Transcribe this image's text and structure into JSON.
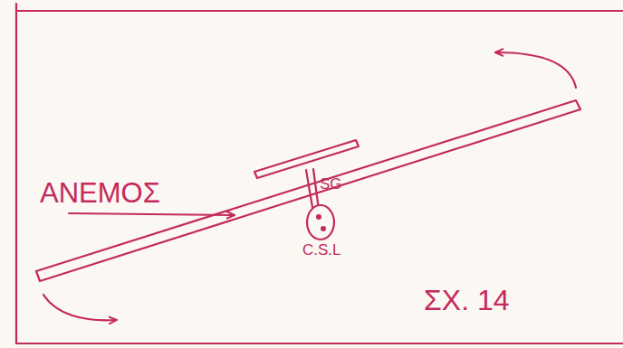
{
  "diagram": {
    "caption": "ΣΧ. 14",
    "labels": [
      "ΑΝΕΜΟΣ",
      "SG",
      "C.S.L"
    ]
  }
}
